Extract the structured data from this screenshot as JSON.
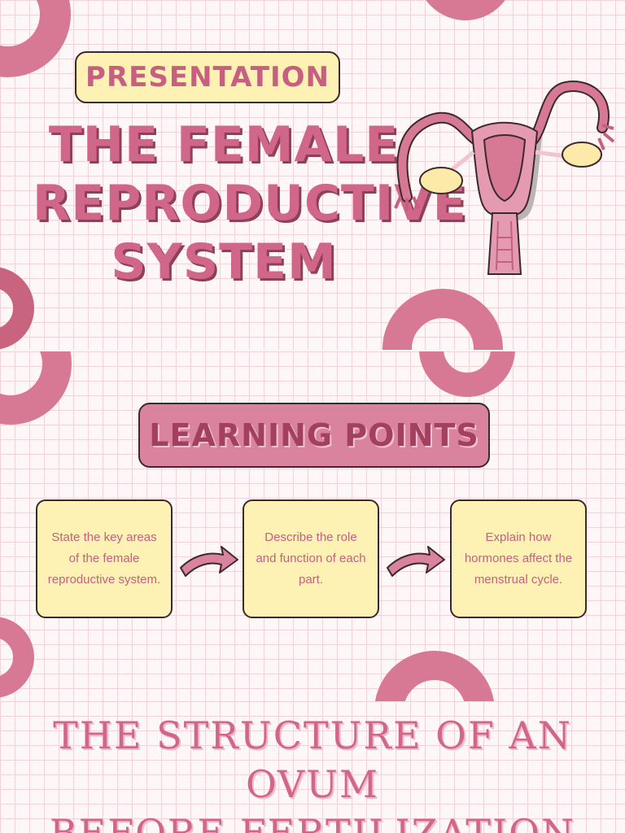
{
  "slide1": {
    "badge_label": "Presentation",
    "title_lines": [
      "The Female",
      "Reproductive",
      "System"
    ]
  },
  "slide2": {
    "header": "Learning Points",
    "cards": [
      "State the key areas of the female reproductive system.",
      "Describe the role and function of each part.",
      "Explain how hormones affect the menstrual cycle."
    ]
  },
  "slide3": {
    "title_lines": [
      "The Structure of an Ovum",
      "Before Fertilization"
    ]
  },
  "colors": {
    "pink_text": "#d0678a",
    "ring": "#d77895",
    "card_bg": "#fef1b4",
    "header_bg": "#d9839e"
  },
  "icons": {
    "uterus": "uterus-illustration",
    "arrow": "curved-arrow-right-icon",
    "ring": "ring-decoration"
  }
}
